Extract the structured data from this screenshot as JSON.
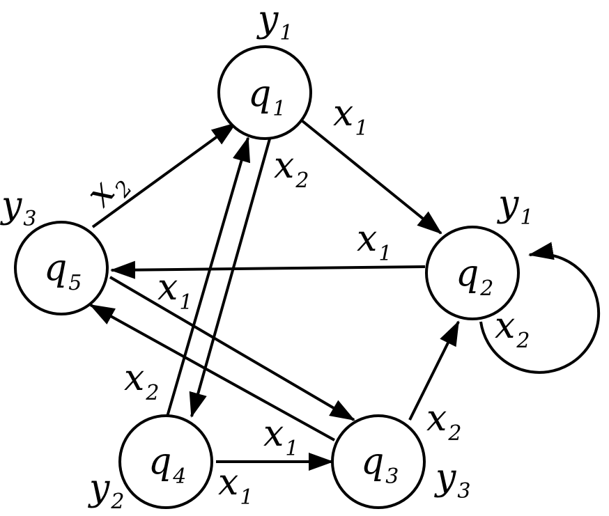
{
  "nodes": [
    {
      "id": "q1",
      "base": "q",
      "sub": "1",
      "output": {
        "base": "y",
        "sub": "1"
      }
    },
    {
      "id": "q2",
      "base": "q",
      "sub": "2",
      "output": {
        "base": "y",
        "sub": "1"
      }
    },
    {
      "id": "q3",
      "base": "q",
      "sub": "3",
      "output": {
        "base": "y",
        "sub": "3"
      }
    },
    {
      "id": "q4",
      "base": "q",
      "sub": "4",
      "output": {
        "base": "y",
        "sub": "2"
      }
    },
    {
      "id": "q5",
      "base": "q",
      "sub": "5",
      "output": {
        "base": "y",
        "sub": "3"
      }
    }
  ],
  "edges": [
    {
      "id": "q1-q2",
      "from": "q1",
      "to": "q2",
      "label": {
        "base": "x",
        "sub": "1"
      }
    },
    {
      "id": "q1-q4",
      "from": "q1",
      "to": "q4",
      "label": {
        "base": "x",
        "sub": "2"
      }
    },
    {
      "id": "q2-q5",
      "from": "q2",
      "to": "q5",
      "label": {
        "base": "x",
        "sub": "1"
      }
    },
    {
      "id": "q2-q2",
      "from": "q2",
      "to": "q2",
      "label": {
        "base": "x",
        "sub": "2"
      }
    },
    {
      "id": "q5-q1",
      "from": "q5",
      "to": "q1",
      "label": {
        "base": "x",
        "sub": "2"
      }
    },
    {
      "id": "q5-q3",
      "from": "q5",
      "to": "q3",
      "label": {
        "base": "x",
        "sub": "1"
      }
    },
    {
      "id": "q3-q5",
      "from": "q3",
      "to": "q5",
      "label": {
        "base": "x",
        "sub": "1"
      }
    },
    {
      "id": "q3-q2",
      "from": "q3",
      "to": "q2",
      "label": {
        "base": "x",
        "sub": "2"
      }
    },
    {
      "id": "q4-q1",
      "from": "q4",
      "to": "q1",
      "label": {
        "base": "x",
        "sub": "2"
      }
    },
    {
      "id": "q4-q3",
      "from": "q4",
      "to": "q3",
      "label": {
        "base": "x",
        "sub": "1"
      }
    }
  ]
}
